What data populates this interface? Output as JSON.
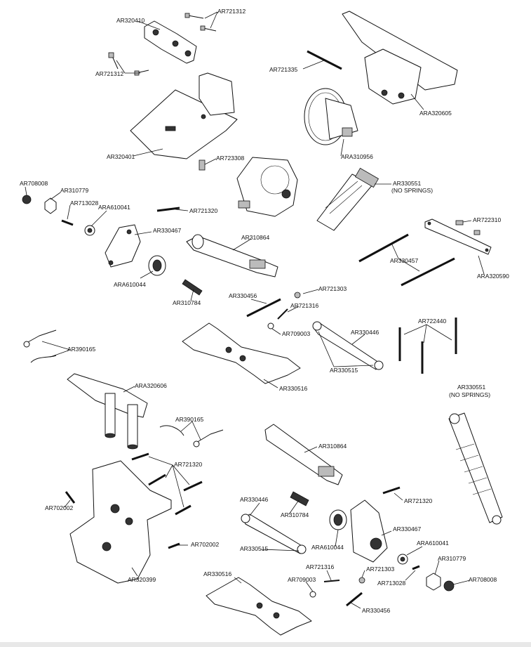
{
  "colors": {
    "ink": "#111111",
    "background": "#ffffff",
    "shade": "#333333"
  },
  "labels": {
    "ar320410": "AR320410",
    "ar721312_a": "AR721312",
    "ar721312_b": "AR721312",
    "ar721335": "AR721335",
    "ara320605": "ARA320605",
    "ar320401": "AR320401",
    "ara310956": "ARA310956",
    "ar723308": "AR723308",
    "ar708008_a": "AR708008",
    "ar310779_a": "AR310779",
    "ar713028_a": "AR713028",
    "ara610041_a": "ARA610041",
    "ar721320_a": "AR721320",
    "ar330551_a": "AR330551",
    "no_springs_a": "(NO SPRINGS)",
    "ar722310": "AR722310",
    "ar330467_a": "AR330467",
    "ar310864_a": "AR310864",
    "ara320590": "ARA320590",
    "ar330457": "AR330457",
    "ara610044_a": "ARA610044",
    "ar310784_a": "AR310784",
    "ar330456_a": "AR330456",
    "ar721303_a": "AR721303",
    "ar721316_a": "AR721316",
    "ar709003_a": "AR709003",
    "ar330446_a": "AR330446",
    "ar722440": "AR722440",
    "ar390165_a": "AR390165",
    "ar330515_a": "AR330515",
    "ar330516_a": "AR330516",
    "ara320606": "ARA320606",
    "ar330551_b": "AR330551",
    "no_springs_b": "(NO SPRINGS)",
    "ar390165_b": "AR390165",
    "ar310864_b": "AR310864",
    "ar721320_b": "AR721320",
    "ar702002_a": "AR702002",
    "ar330446_b": "AR330446",
    "ar721320_c": "AR721320",
    "ar310784_b": "AR310784",
    "ar330467_b": "AR330467",
    "ar702002_b": "AR702002",
    "ar330515_b": "AR330515",
    "ara610044_b": "ARA610044",
    "ara610041_b": "ARA610041",
    "ar320399": "AR320399",
    "ar310779_b": "AR310779",
    "ar721316_b": "AR721316",
    "ar721303_b": "AR721303",
    "ar330516_b": "AR330516",
    "ar709003_b": "AR709003",
    "ar713028_b": "AR713028",
    "ar708008_b": "AR708008",
    "ar330456_b": "AR330456"
  }
}
